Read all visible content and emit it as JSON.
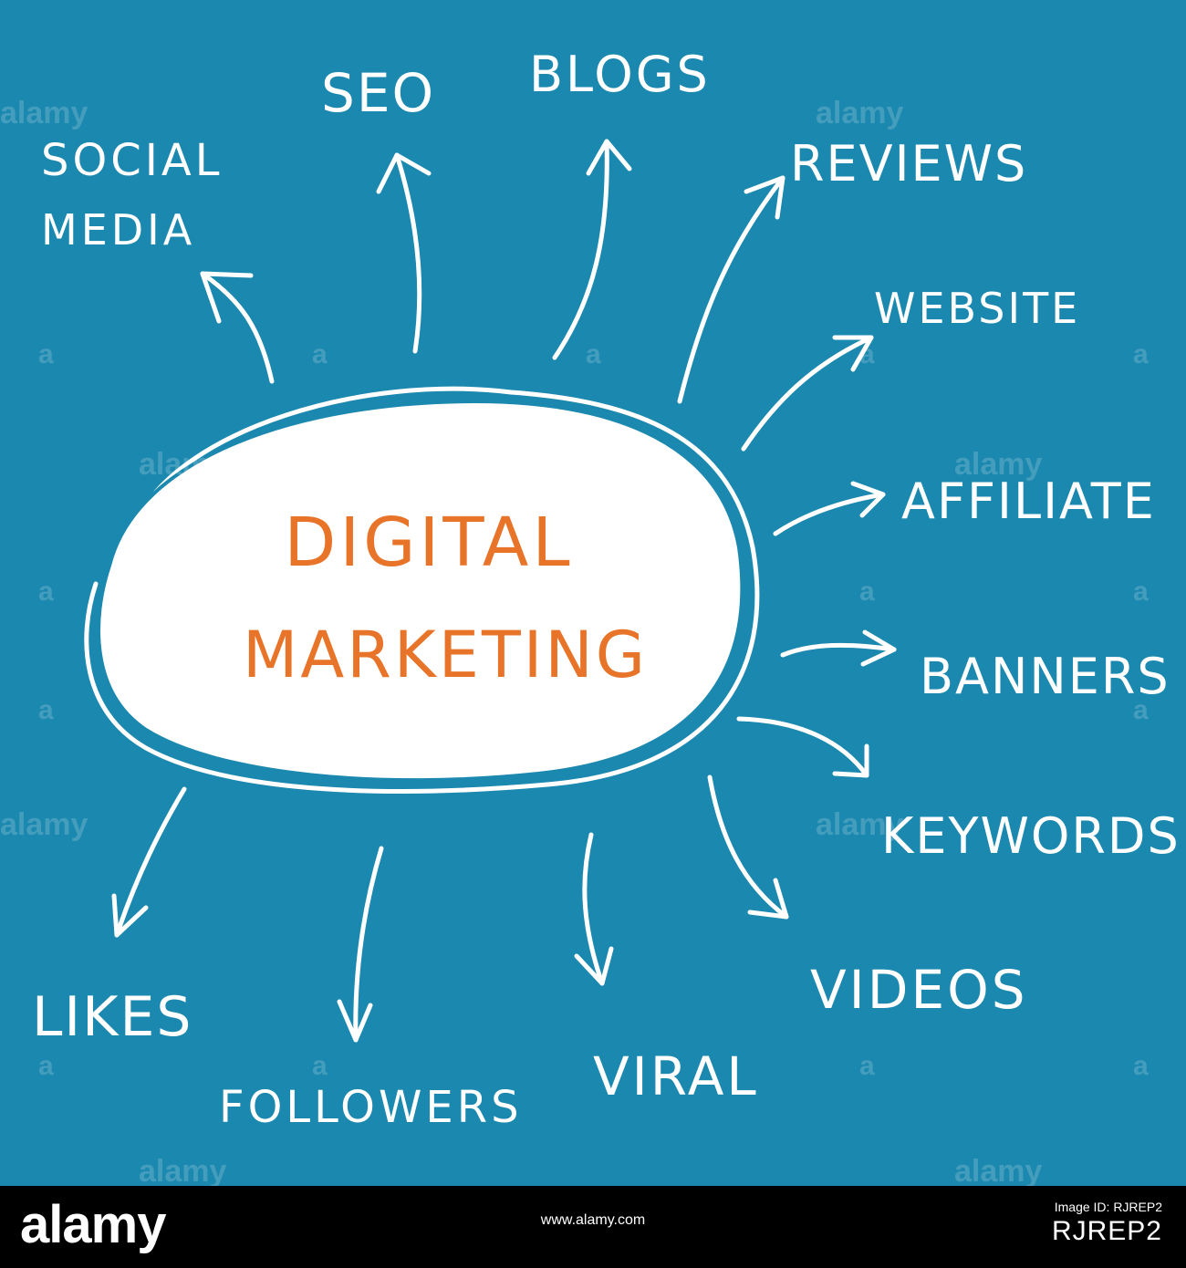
{
  "colors": {
    "background": "#1b88af",
    "ink": "#ffffff",
    "center_text": "#e8742a",
    "center_fill": "#ffffff",
    "center_outline": "#1b88af"
  },
  "center": {
    "line1": "DIGITAL",
    "line2": "MARKETING"
  },
  "branches": [
    {
      "id": "social-media",
      "lines": [
        "SOCIAL",
        "MEDIA"
      ]
    },
    {
      "id": "seo",
      "lines": [
        "SEO"
      ]
    },
    {
      "id": "blogs",
      "lines": [
        "BLOGS"
      ]
    },
    {
      "id": "reviews",
      "lines": [
        "REVIEWS"
      ]
    },
    {
      "id": "website",
      "lines": [
        "WEBSITE"
      ]
    },
    {
      "id": "affiliate",
      "lines": [
        "AFFILIATE"
      ]
    },
    {
      "id": "banners",
      "lines": [
        "BANNERS"
      ]
    },
    {
      "id": "keywords",
      "lines": [
        "KEYWORDS"
      ]
    },
    {
      "id": "videos",
      "lines": [
        "VIDEOS"
      ]
    },
    {
      "id": "viral",
      "lines": [
        "VIRAL"
      ]
    },
    {
      "id": "followers",
      "lines": [
        "FOLLOWERS"
      ]
    },
    {
      "id": "likes",
      "lines": [
        "LIKES"
      ]
    }
  ],
  "watermark": {
    "text": "alamy",
    "short": "a"
  },
  "footer": {
    "logo": "alamy",
    "image_id_label": "Image ID: RJREP2",
    "image_id": "RJREP2",
    "url": "www.alamy.com"
  }
}
